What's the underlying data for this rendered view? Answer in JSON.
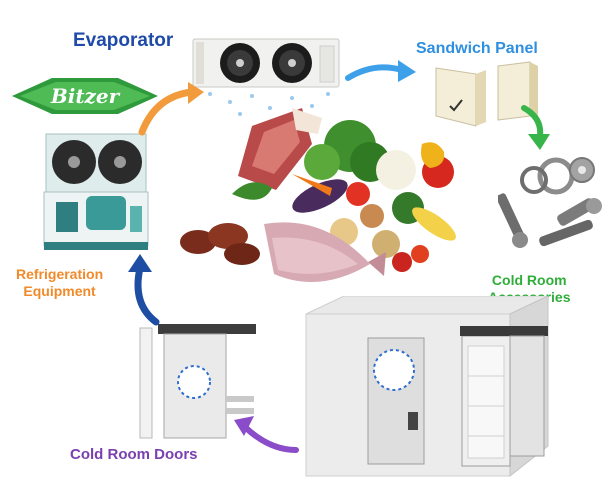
{
  "labels": {
    "evaporator": "Evaporator",
    "sandwich_panel": "Sandwich Panel",
    "accessories_line1": "Cold Room",
    "accessories_line2": "Accessories",
    "refrigeration_line1": "Refrigeration",
    "refrigeration_line2": "Equipment",
    "doors": "Cold Room Doors"
  },
  "brand": {
    "logo_text": "Bitzer"
  },
  "colors": {
    "evaporator_label": "#1f4aa8",
    "sandwich_label": "#2f8fe0",
    "accessories_label": "#2fae3a",
    "refrigeration_label": "#f08a2a",
    "doors_label": "#7a3fb0",
    "arrow_orange": "#f29b3c",
    "arrow_blue": "#3fa0ea",
    "arrow_green": "#38b54a",
    "arrow_navy": "#1d4ea3",
    "arrow_purple": "#8a4cc8",
    "logo_green": "#2f9a3c"
  },
  "icons": {
    "evaporator": "evaporator-unit-icon",
    "panel": "sandwich-panel-icon",
    "accessories": "cold-room-accessories-icon",
    "condensing_unit": "condensing-unit-icon",
    "door": "sliding-door-icon",
    "cold_room": "cold-room-icon",
    "food": "fresh-food-icon",
    "logo": "bitzer-logo"
  }
}
